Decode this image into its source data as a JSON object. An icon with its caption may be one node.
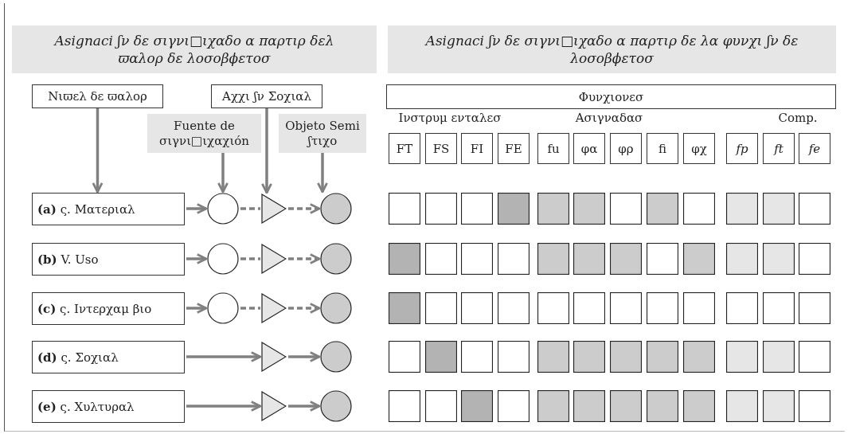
{
  "diagram": {
    "nodes": [
      {
        "text": [
          "Asignaci ʃν δε σιγνι□ιχαδο α παρτιρ δελ ϖαλορ δε λοσοβϕετοσ"
        ]
      },
      {
        "text": [
          "Asignaci ʃν δε σιγνι□ιχαδο α παρτιρ δε λα φυνχι ʃν δε λοσοβϕετοσ"
        ]
      },
      {
        "text": [
          "Νιϖελ δε ϖαλορ"
        ]
      },
      {
        "text": [
          "Αχχι ʃν Σοχιαλ"
        ]
      },
      {
        "text": [
          "Φυνχιονεσ"
        ]
      },
      {
        "text": [
          "Fuente de σιγνι□ιχαχιón"
        ]
      },
      {
        "text": [
          "Objeto Semi ʃτιχο"
        ]
      },
      {
        "text": [
          "FT"
        ]
      },
      {
        "text": [
          "FS"
        ]
      },
      {
        "text": [
          "FI"
        ]
      },
      {
        "text": [
          "FE"
        ]
      },
      {
        "text": [
          "fu"
        ]
      },
      {
        "text": [
          "φα"
        ]
      },
      {
        "text": [
          "φρ"
        ]
      },
      {
        "text": [
          "fi"
        ]
      },
      {
        "text": [
          "φχ"
        ]
      },
      {
        "text": [
          "fp"
        ]
      },
      {
        "text": [
          "ft"
        ]
      },
      {
        "text": [
          "fe"
        ]
      },
      {
        "text": [
          "**(a)** ς. Ματεριαλ"
        ]
      },
      {
        "text": [],
        "shape": "circle"
      },
      {
        "text": [],
        "shape": "triangle"
      },
      {
        "text": [],
        "shape": "circle"
      },
      {
        "text": [],
        "shape": "box"
      },
      {
        "text": [],
        "shape": "box"
      },
      {
        "text": [],
        "shape": "box"
      },
      {
        "text": [],
        "shape": "box"
      },
      {
        "text": [],
        "shape": "box"
      },
      {
        "text": [],
        "shape": "box"
      },
      {
        "text": [],
        "shape": "box"
      },
      {
        "text": [],
        "shape": "box"
      },
      {
        "text": [],
        "shape": "box"
      },
      {
        "text": [],
        "shape": "box"
      },
      {
        "text": [],
        "shape": "box"
      },
      {
        "text": [],
        "shape": "box"
      },
      {
        "text": [
          "**(b)** V. Uso"
        ]
      },
      {
        "text": [],
        "shape": "circle"
      },
      {
        "text": [],
        "shape": "triangle"
      },
      {
        "text": [],
        "shape": "circle"
      },
      {
        "text": [],
        "shape": "box"
      },
      {
        "text": [],
        "shape": "box"
      },
      {
        "text": [],
        "shape": "box"
      },
      {
        "text": [],
        "shape": "box"
      },
      {
        "text": [],
        "shape": "box"
      },
      {
        "text": [],
        "shape": "box"
      },
      {
        "text": [],
        "shape": "box"
      },
      {
        "text": [],
        "shape": "box"
      },
      {
        "text": [],
        "shape": "box"
      },
      {
        "text": [],
        "shape": "box"
      },
      {
        "text": [],
        "shape": "box"
      },
      {
        "text": [],
        "shape": "box"
      },
      {
        "text": [
          "**(c)** ς. Ιντερχαμ βιο"
        ]
      },
      {
        "text": [],
        "shape": "circle"
      },
      {
        "text": [],
        "shape": "triangle"
      },
      {
        "text": [],
        "shape": "circle"
      },
      {
        "text": [],
        "shape": "box"
      },
      {
        "text": [],
        "shape": "box"
      },
      {
        "text": [],
        "shape": "box"
      },
      {
        "text": [],
        "shape": "box"
      },
      {
        "text": [],
        "shape": "box"
      },
      {
        "text": [],
        "shape": "box"
      },
      {
        "text": [],
        "shape": "box"
      },
      {
        "text": [],
        "shape": "box"
      },
      {
        "text": [],
        "shape": "box"
      },
      {
        "text": [],
        "shape": "box"
      },
      {
        "text": [],
        "shape": "box"
      },
      {
        "text": [],
        "shape": "box"
      },
      {
        "text": [
          "**(d)** ς. Σοχιαλ"
        ]
      },
      {
        "text": [],
        "shape": "triangle"
      },
      {
        "text": [],
        "shape": "circle"
      },
      {
        "text": [],
        "shape": "box"
      },
      {
        "text": [],
        "shape": "box"
      },
      {
        "text": [],
        "shape": "box"
      },
      {
        "text": [],
        "shape": "box"
      },
      {
        "text": [],
        "shape": "box"
      },
      {
        "text": [],
        "shape": "box"
      },
      {
        "text": [],
        "shape": "box"
      },
      {
        "text": [],
        "shape": "box"
      },
      {
        "text": [],
        "shape": "box"
      },
      {
        "text": [],
        "shape": "box"
      },
      {
        "text": [],
        "shape": "box"
      },
      {
        "text": [],
        "shape": "box"
      },
      {
        "text": [
          "**(e)** ς. Χυλτυραλ"
        ]
      },
      {
        "text": [],
        "shape": "triangle"
      },
      {
        "text": [],
        "shape": "circle"
      },
      {
        "text": [],
        "shape": "box"
      },
      {
        "text": [],
        "shape": "box"
      },
      {
        "text": [],
        "shape": "box"
      },
      {
        "text": [],
        "shape": "box"
      },
      {
        "text": [],
        "shape": "box"
      },
      {
        "text": [],
        "shape": "box"
      },
      {
        "text": [],
        "shape": "box"
      },
      {
        "text": [],
        "shape": "box"
      },
      {
        "text": [],
        "shape": "box"
      },
      {
        "text": [],
        "shape": "box"
      },
      {
        "text": [],
        "shape": "box"
      },
      {
        "text": [],
        "shape": "box"
      }
    ],
    "edges": [
      {
        "from": 2,
        "to": 19,
        "arrow": "to"
      },
      {
        "from": 5,
        "to": 20,
        "arrow": "to"
      },
      {
        "from": 3,
        "to": 21,
        "arrow": "to"
      },
      {
        "from": 6,
        "to": 22,
        "arrow": "to"
      },
      {
        "from": 19,
        "to": 20,
        "arrow": "to"
      },
      {
        "from": 20,
        "to": 21,
        "arrow": "none",
        "style": "dashed"
      },
      {
        "from": 21,
        "to": 22,
        "arrow": "to",
        "style": "dashed"
      },
      {
        "from": 35,
        "to": 36,
        "arrow": "to"
      },
      {
        "from": 36,
        "to": 37,
        "arrow": "none",
        "style": "dashed"
      },
      {
        "from": 37,
        "to": 38,
        "arrow": "to",
        "style": "dashed"
      },
      {
        "from": 51,
        "to": 52,
        "arrow": "to"
      },
      {
        "from": 52,
        "to": 53,
        "arrow": "none",
        "style": "dashed"
      },
      {
        "from": 53,
        "to": 54,
        "arrow": "to",
        "style": "dashed"
      },
      {
        "from": 67,
        "to": 68,
        "arrow": "to"
      },
      {
        "from": 68,
        "to": 69,
        "arrow": "to"
      },
      {
        "from": 82,
        "to": 83,
        "arrow": "to"
      },
      {
        "from": 83,
        "to": 84,
        "arrow": "to"
      }
    ],
    "labels": [
      "Ινστρυμ ενταλεσ",
      "Ασιγναδασ",
      "Comp."
    ]
  }
}
